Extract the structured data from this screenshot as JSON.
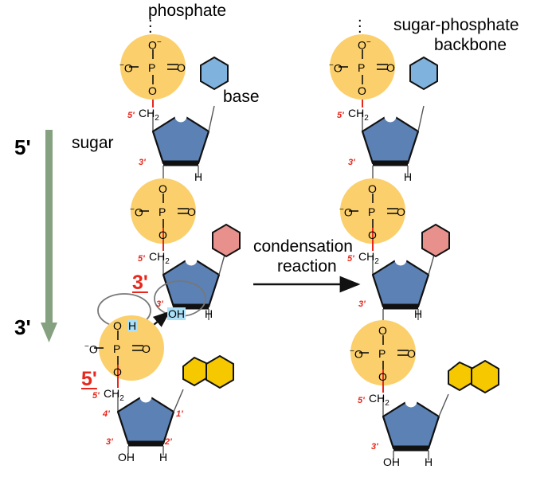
{
  "figure": {
    "title_annotations": {
      "phosphate": "phosphate",
      "sugar": "sugar",
      "base": "base",
      "backbone_line1": "sugar-phosphate",
      "backbone_line2": "backbone"
    },
    "reaction": {
      "line1": "condensation",
      "line2": "reaction",
      "arrow": "reaction-arrow"
    },
    "direction": {
      "top_label": "5'",
      "bottom_label": "3'",
      "arrow_color": "#85a17f"
    },
    "reaction_site": {
      "three_prime_label": "3'",
      "five_prime_label": "5'",
      "hydroxyl": "OH",
      "hydrogen": "H",
      "highlight_color": "#ace0f7",
      "label_color": "#e8271c"
    },
    "atoms": {
      "phosphorus": "P",
      "oxygen": "O",
      "oxygen_minus": "O",
      "minus": "−",
      "hydrogen": "H",
      "hydroxyl": "OH",
      "methylene": "CH",
      "methylene_sub": "2",
      "continuation_dots": "⋮"
    },
    "carbon_labels": {
      "c1": "1'",
      "c2": "2'",
      "c3": "3'",
      "c4": "4'",
      "c5": "5'"
    },
    "colors": {
      "phosphate_circle": "#fbcf6b",
      "sugar": "#5b81b5",
      "base_blue": "#7fb2dd",
      "base_pink": "#e8918c",
      "base_yellow": "#f5c800",
      "red_bond": "#e8271c",
      "outline": "#1a1a1a"
    },
    "left_column": {
      "name": "reactant-strand",
      "nucleotides": [
        {
          "base_color": "#7fb2dd",
          "base_type": "pyrimidine"
        },
        {
          "base_color": "#e8918c",
          "base_type": "pyrimidine"
        },
        {
          "base_color": "#f5c800",
          "base_type": "purine"
        }
      ]
    },
    "right_column": {
      "name": "product-strand",
      "nucleotides": [
        {
          "base_color": "#7fb2dd",
          "base_type": "pyrimidine"
        },
        {
          "base_color": "#e8918c",
          "base_type": "pyrimidine"
        },
        {
          "base_color": "#f5c800",
          "base_type": "purine"
        }
      ]
    }
  }
}
